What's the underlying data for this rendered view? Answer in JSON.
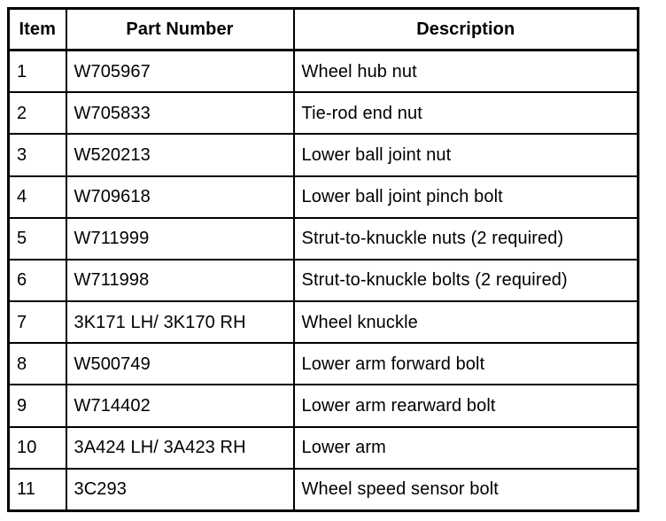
{
  "table": {
    "columns": [
      {
        "key": "item",
        "label": "Item"
      },
      {
        "key": "part_number",
        "label": "Part Number"
      },
      {
        "key": "description",
        "label": "Description"
      }
    ],
    "rows": [
      {
        "item": "1",
        "part_number": "W705967",
        "description": "Wheel hub nut"
      },
      {
        "item": "2",
        "part_number": "W705833",
        "description": "Tie-rod end nut"
      },
      {
        "item": "3",
        "part_number": "W520213",
        "description": "Lower ball joint nut"
      },
      {
        "item": "4",
        "part_number": "W709618",
        "description": "Lower ball joint pinch bolt"
      },
      {
        "item": "5",
        "part_number": "W711999",
        "description": "Strut-to-knuckle nuts (2 required)"
      },
      {
        "item": "6",
        "part_number": "W711998",
        "description": "Strut-to-knuckle bolts (2 required)"
      },
      {
        "item": "7",
        "part_number": "3K171 LH/ 3K170 RH",
        "description": "Wheel knuckle"
      },
      {
        "item": "8",
        "part_number": "W500749",
        "description": "Lower arm forward bolt"
      },
      {
        "item": "9",
        "part_number": "W714402",
        "description": "Lower arm rearward bolt"
      },
      {
        "item": "10",
        "part_number": "3A424 LH/ 3A423 RH",
        "description": "Lower arm"
      },
      {
        "item": "11",
        "part_number": "3C293",
        "description": "Wheel speed sensor bolt"
      }
    ]
  },
  "colors": {
    "ink": "#000000",
    "paper": "#ffffff"
  }
}
